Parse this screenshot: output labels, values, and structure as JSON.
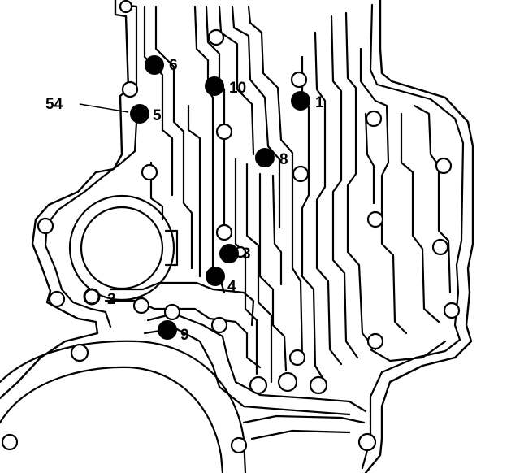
{
  "diagram": {
    "ref_label": "54",
    "markers": [
      {
        "id": "1",
        "label": "1",
        "style": "solid"
      },
      {
        "id": "2",
        "label": "2",
        "style": "open"
      },
      {
        "id": "3",
        "label": "3",
        "style": "solid"
      },
      {
        "id": "4",
        "label": "4",
        "style": "solid"
      },
      {
        "id": "5",
        "label": "5",
        "style": "solid"
      },
      {
        "id": "6",
        "label": "6",
        "style": "solid"
      },
      {
        "id": "8",
        "label": "8",
        "style": "solid"
      },
      {
        "id": "9",
        "label": "9",
        "style": "solid"
      },
      {
        "id": "10",
        "label": "10",
        "style": "solid"
      }
    ]
  },
  "colors": {
    "ink": "#000000",
    "paper": "#ffffff"
  }
}
